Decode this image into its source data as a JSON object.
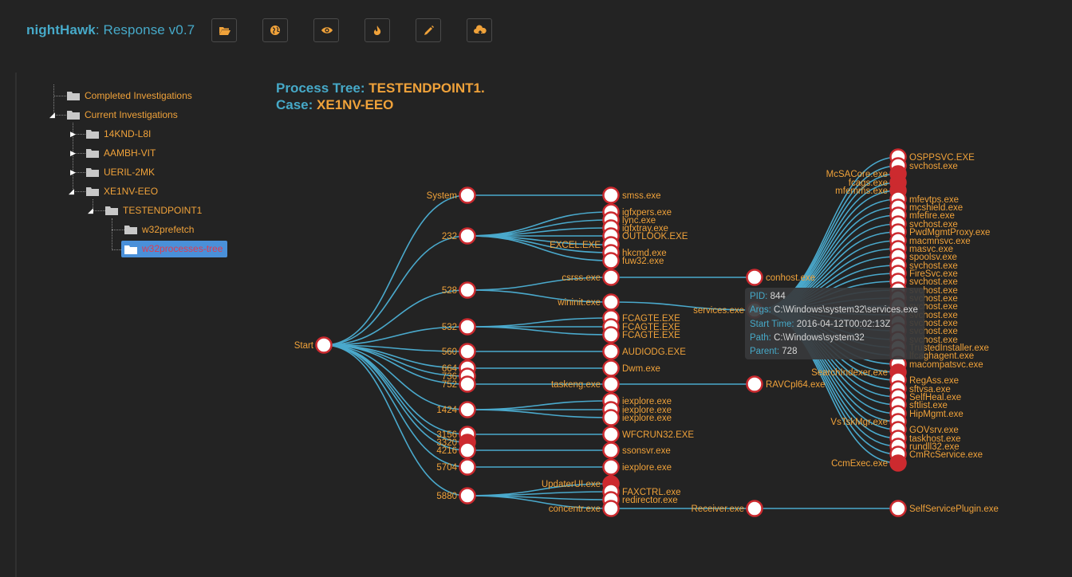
{
  "header": {
    "brand_bold": "nightHawk",
    "brand_rest": ": Response v0.7"
  },
  "toolbar": [
    {
      "name": "folder-open-icon"
    },
    {
      "name": "globe-icon"
    },
    {
      "name": "eye-icon"
    },
    {
      "name": "fire-icon"
    },
    {
      "name": "pencil-icon"
    },
    {
      "name": "cloud-upload-icon"
    }
  ],
  "tree": {
    "completed": "Completed Investigations",
    "current": "Current Investigations",
    "case1": "14KND-L8I",
    "case2": "AAMBH-VIT",
    "case3": "UERIL-2MK",
    "case4": "XE1NV-EEO",
    "endpoint": "TESTENDPOINT1",
    "prefetch": "w32prefetch",
    "processes": "w32processes-tree"
  },
  "title": {
    "line1_label": "Process Tree: ",
    "line1_value": "TESTENDPOINT1.",
    "line2_label": "Case: ",
    "line2_value": "XE1NV-EEO"
  },
  "tooltip": {
    "pid_label": "PID: ",
    "pid": "844",
    "args_label": "Args: ",
    "args": "C:\\Windows\\system32\\services.exe",
    "start_label": "Start Time: ",
    "start": "2016-04-12T00:02:13Z",
    "path_label": "Path: ",
    "path": "C:\\Windows\\system32",
    "parent_label": "Parent: ",
    "parent": "728"
  },
  "graph": {
    "colors": {
      "link": "#4aa9cc",
      "node_fill": "#ffffff",
      "node_stroke": "#cc2a2f",
      "label": "#f0a23a"
    },
    "root": {
      "id": "start",
      "label": "Start"
    },
    "level1": [
      {
        "id": "system",
        "label": "System"
      },
      {
        "id": "p232",
        "label": "232"
      },
      {
        "id": "p528",
        "label": "528"
      },
      {
        "id": "p532",
        "label": "532"
      },
      {
        "id": "p560",
        "label": "560"
      },
      {
        "id": "p664",
        "label": "664"
      },
      {
        "id": "p736",
        "label": "736"
      },
      {
        "id": "p752",
        "label": "752"
      },
      {
        "id": "p1424",
        "label": "1424"
      },
      {
        "id": "p3156",
        "label": "3156"
      },
      {
        "id": "p3320",
        "label": "3320"
      },
      {
        "id": "p4216",
        "label": "4216"
      },
      {
        "id": "p5704",
        "label": "5704"
      },
      {
        "id": "p5880",
        "label": "5880"
      }
    ],
    "level2": [
      {
        "id": "smss",
        "label": "smss.exe",
        "parent": "system",
        "side": "right"
      },
      {
        "id": "igfxpers",
        "label": "igfxpers.exe",
        "parent": "p232",
        "side": "right"
      },
      {
        "id": "lync",
        "label": "lync.exe",
        "parent": "p232",
        "side": "right"
      },
      {
        "id": "igfxtray",
        "label": "igfxtray.exe",
        "parent": "p232",
        "side": "right"
      },
      {
        "id": "outlook",
        "label": "OUTLOOK.EXE",
        "parent": "p232",
        "side": "right"
      },
      {
        "id": "excel",
        "label": "EXCEL.EXE",
        "parent": "p232",
        "side": "left"
      },
      {
        "id": "hkcmd",
        "label": "hkcmd.exe",
        "parent": "p232",
        "side": "right"
      },
      {
        "id": "fuw32",
        "label": "fuw32.exe",
        "parent": "p232",
        "side": "right"
      },
      {
        "id": "csrss",
        "label": "csrss.exe",
        "parent": "p528",
        "side": "left"
      },
      {
        "id": "wininit",
        "label": "wininit.exe",
        "parent": "p528",
        "side": "left"
      },
      {
        "id": "fcagte1",
        "label": "FCAGTE.EXE",
        "parent": "p532",
        "side": "right"
      },
      {
        "id": "fcagte2",
        "label": "FCAGTE.EXE",
        "parent": "p532",
        "side": "right"
      },
      {
        "id": "fcagte3",
        "label": "FCAGTE.EXE",
        "parent": "p532",
        "side": "right"
      },
      {
        "id": "audiodg",
        "label": "AUDIODG.EXE",
        "parent": "p560",
        "side": "right"
      },
      {
        "id": "dwm",
        "label": "Dwm.exe",
        "parent": "p664",
        "side": "right"
      },
      {
        "id": "taskeng",
        "label": "taskeng.exe",
        "parent": "p752",
        "side": "left"
      },
      {
        "id": "iexplore1",
        "label": "iexplore.exe",
        "parent": "p1424",
        "side": "right"
      },
      {
        "id": "iexplore2",
        "label": "iexplore.exe",
        "parent": "p1424",
        "side": "right"
      },
      {
        "id": "iexplore3",
        "label": "iexplore.exe",
        "parent": "p1424",
        "side": "right"
      },
      {
        "id": "wfcrun",
        "label": "WFCRUN32.EXE",
        "parent": "p3156",
        "side": "right"
      },
      {
        "id": "ssonsvr",
        "label": "ssonsvr.exe",
        "parent": "p4216",
        "side": "right"
      },
      {
        "id": "iexplore4",
        "label": "iexplore.exe",
        "parent": "p5704",
        "side": "right"
      },
      {
        "id": "updaterui",
        "label": "UpdaterUI.exe",
        "parent": "p5880",
        "side": "left"
      },
      {
        "id": "faxctrl",
        "label": "FAXCTRL.exe",
        "parent": "p5880",
        "side": "right"
      },
      {
        "id": "redirector",
        "label": "redirector.exe",
        "parent": "p5880",
        "side": "right"
      },
      {
        "id": "concentr",
        "label": "concentr.exe",
        "parent": "p5880",
        "side": "left"
      }
    ],
    "level3": [
      {
        "id": "conhost",
        "label": "conhost.exe",
        "parent": "csrss",
        "side": "right"
      },
      {
        "id": "services",
        "label": "services.exe",
        "parent": "wininit",
        "side": "left"
      },
      {
        "id": "ravcpl",
        "label": "RAVCpl64.exe",
        "parent": "taskeng",
        "side": "right"
      },
      {
        "id": "receiver",
        "label": "Receiver.exe",
        "parent": "concentr",
        "side": "left"
      }
    ],
    "level4": [
      {
        "label": "OSPPSVC.EXE",
        "side": "right"
      },
      {
        "label": "svchost.exe",
        "side": "right"
      },
      {
        "label": "McSACore.exe",
        "side": "left"
      },
      {
        "label": "fcags.exe",
        "side": "left"
      },
      {
        "label": "mfemms.exe",
        "side": "left"
      },
      {
        "label": "mfevtps.exe",
        "side": "right"
      },
      {
        "label": "mcshield.exe",
        "side": "right"
      },
      {
        "label": "mfefire.exe",
        "side": "right"
      },
      {
        "label": "svchost.exe",
        "side": "right"
      },
      {
        "label": "PwdMgmtProxy.exe",
        "side": "right"
      },
      {
        "label": "macmnsvc.exe",
        "side": "right"
      },
      {
        "label": "masvc.exe",
        "side": "right"
      },
      {
        "label": "spoolsv.exe",
        "side": "right"
      },
      {
        "label": "svchost.exe",
        "side": "right"
      },
      {
        "label": "FireSvc.exe",
        "side": "right"
      },
      {
        "label": "svchost.exe",
        "side": "right"
      },
      {
        "label": "svchost.exe",
        "side": "right"
      },
      {
        "label": "svchost.exe",
        "side": "right"
      },
      {
        "label": "svchost.exe",
        "side": "right"
      },
      {
        "label": "svchost.exe",
        "side": "right"
      },
      {
        "label": "svchost.exe",
        "side": "right"
      },
      {
        "label": "svchost.exe",
        "side": "right"
      },
      {
        "label": "svchost.exe",
        "side": "right"
      },
      {
        "label": "TrustedInstaller.exe",
        "side": "right"
      },
      {
        "label": "lfcaghagent.exe",
        "side": "right"
      },
      {
        "label": "macompatsvc.exe",
        "side": "right"
      },
      {
        "label": "SearchIndexer.exe",
        "side": "left"
      },
      {
        "label": "RegAss.exe",
        "side": "right"
      },
      {
        "label": "sftvsa.exe",
        "side": "right"
      },
      {
        "label": "SelfHeal.exe",
        "side": "right"
      },
      {
        "label": "sftlist.exe",
        "side": "right"
      },
      {
        "label": "HipMgmt.exe",
        "side": "right"
      },
      {
        "label": "VsTskMgr.exe",
        "side": "left"
      },
      {
        "label": "GOVsrv.exe",
        "side": "right"
      },
      {
        "label": "taskhost.exe",
        "side": "right"
      },
      {
        "label": "rundll32.exe",
        "side": "right"
      },
      {
        "label": "CmRcService.exe",
        "side": "right"
      },
      {
        "label": "CcmExec.exe",
        "side": "left"
      }
    ],
    "selfservice": {
      "label": "SelfServicePlugin.exe"
    }
  }
}
